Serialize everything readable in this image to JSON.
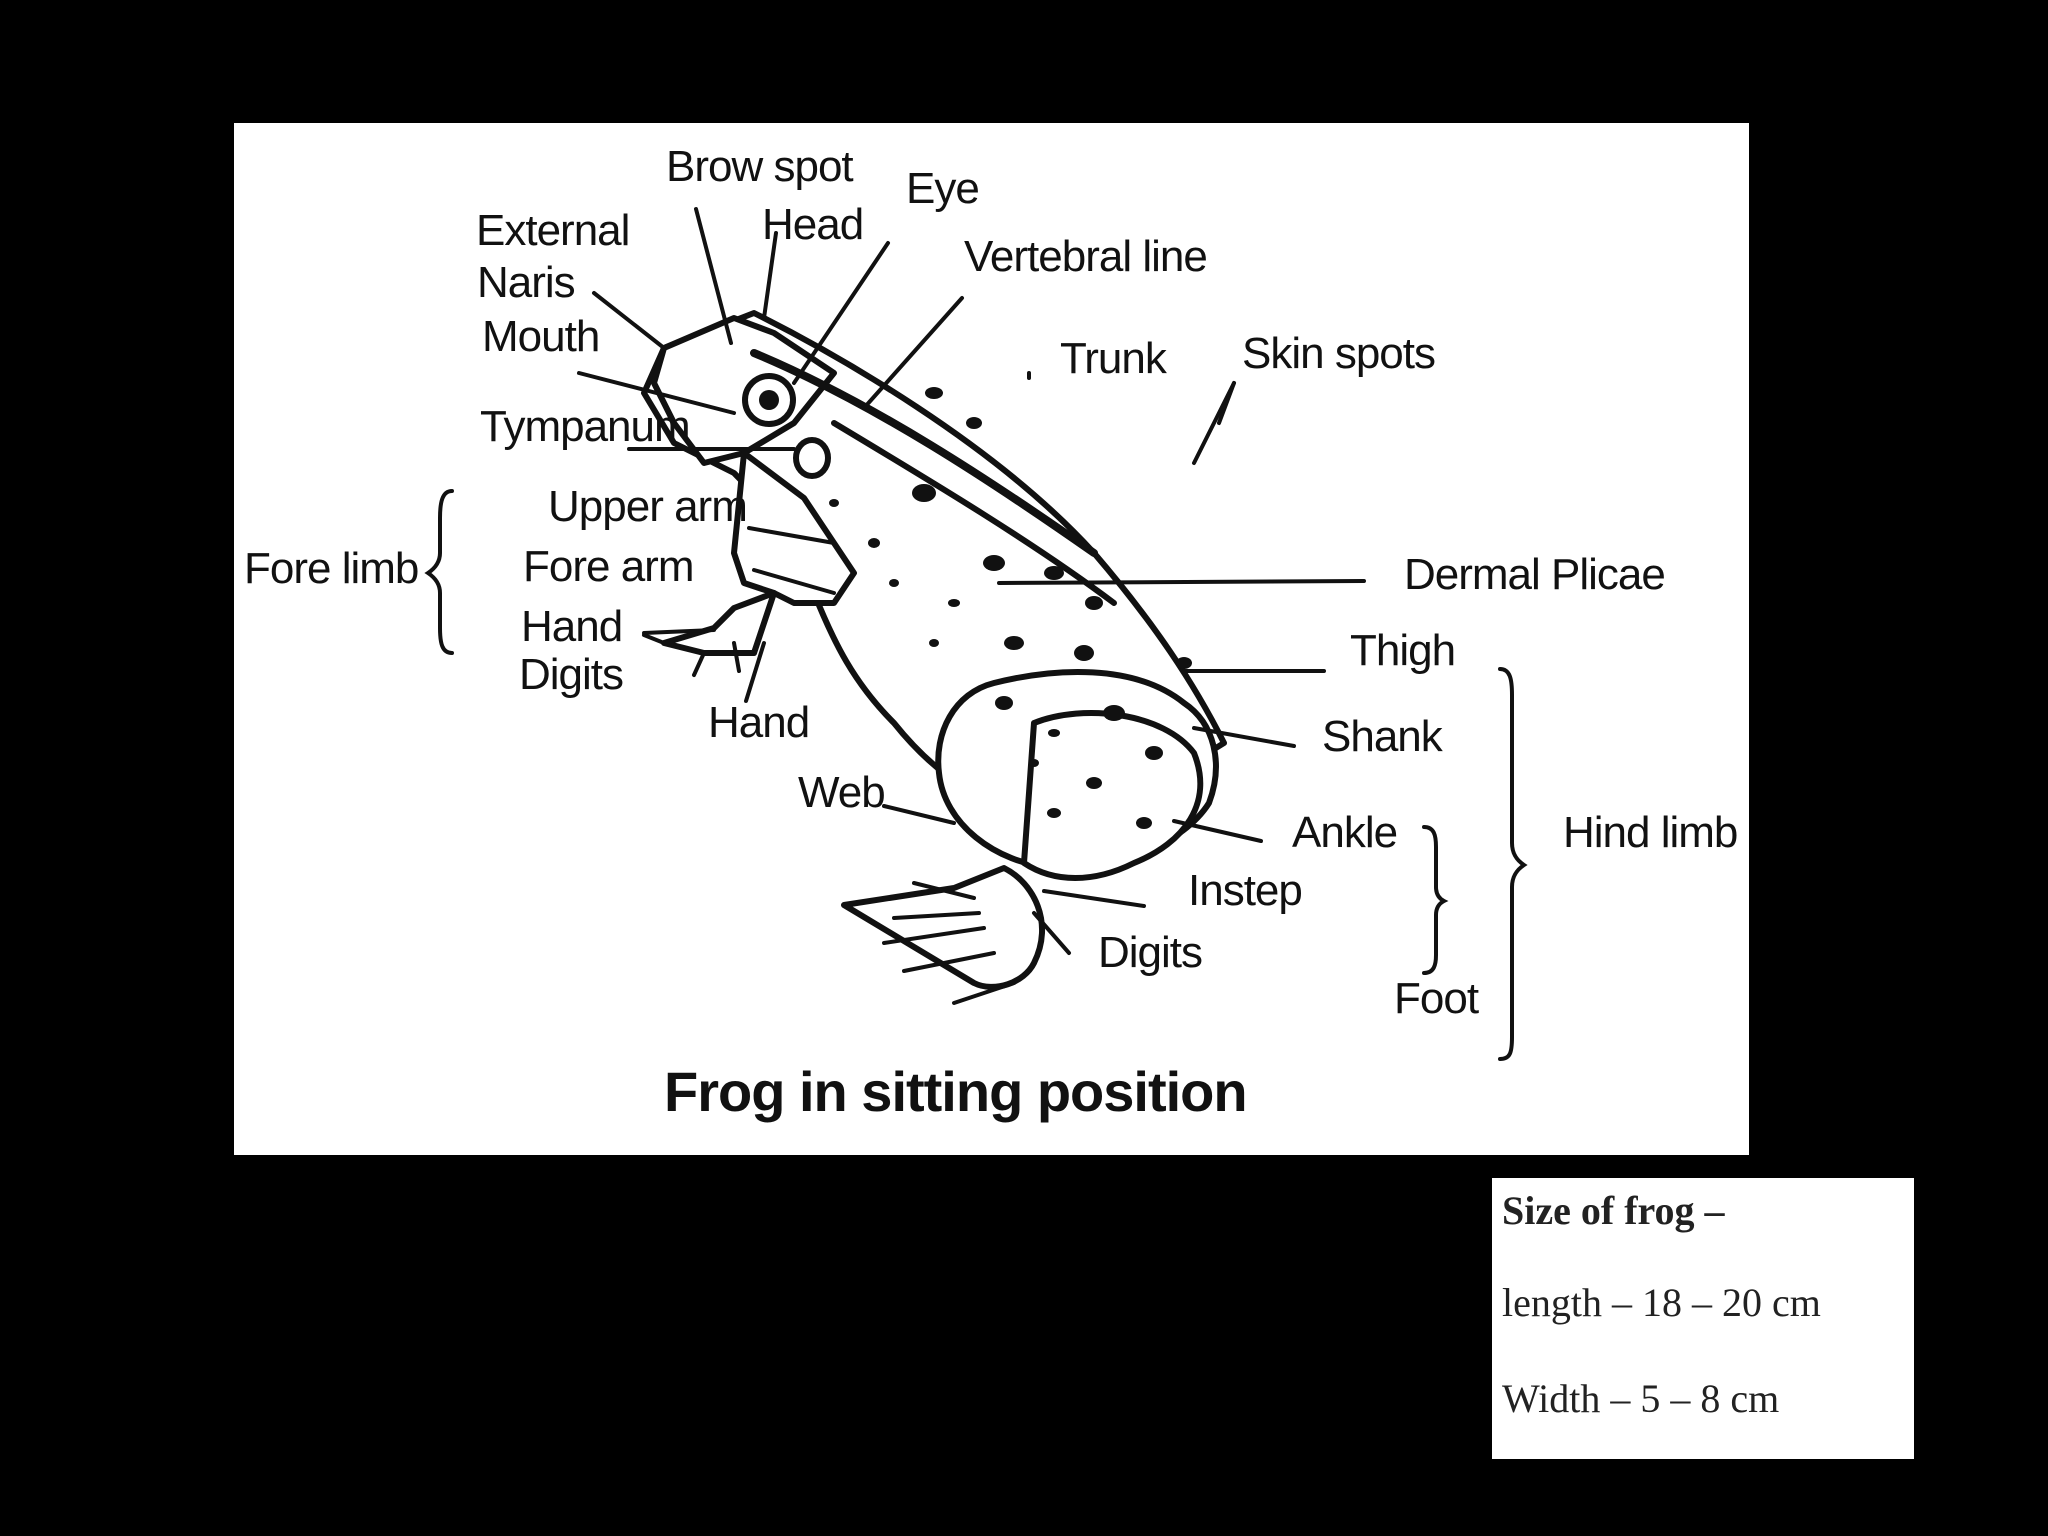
{
  "diagram": {
    "caption": "Frog in sitting position",
    "labels": {
      "brow_spot": "Brow spot",
      "eye": "Eye",
      "head": "Head",
      "external": "External",
      "naris": "Naris",
      "vertebral_line": "Vertebral line",
      "mouth": "Mouth",
      "trunk": "Trunk",
      "skin_spots": "Skin spots",
      "tympanum": "Tympanum",
      "fore_limb": "Fore limb",
      "upper_arm": "Upper arm",
      "fore_arm": "Fore arm",
      "dermal_plicae": "Dermal Plicae",
      "hand_digits_1": "Hand",
      "hand_digits_2": "Digits",
      "thigh": "Thigh",
      "hand": "Hand",
      "shank": "Shank",
      "web": "Web",
      "ankle": "Ankle",
      "hind_limb": "Hind limb",
      "instep": "Instep",
      "digits": "Digits",
      "foot": "Foot"
    }
  },
  "size_info": {
    "title": "Size of frog –",
    "length": "length – 18 – 20 cm",
    "width": "Width – 5 – 8 cm"
  }
}
